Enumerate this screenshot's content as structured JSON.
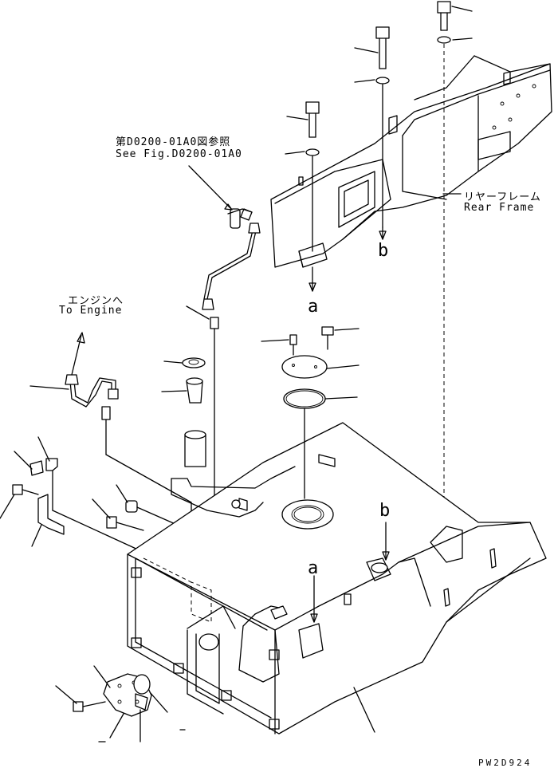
{
  "labels": {
    "see_fig_jp": "第D0200-01A0図参照",
    "see_fig_en": "See Fig.D0200-01A0",
    "rear_frame_jp": "リヤーフレーム",
    "rear_frame_en": "Rear Frame",
    "to_engine_jp": "エンジンへ",
    "to_engine_en": "To Engine",
    "ref_a_top": "a",
    "ref_b_top": "b",
    "ref_a_bottom": "a",
    "ref_b_bottom": "b",
    "drawing_code": "PW2D924"
  }
}
